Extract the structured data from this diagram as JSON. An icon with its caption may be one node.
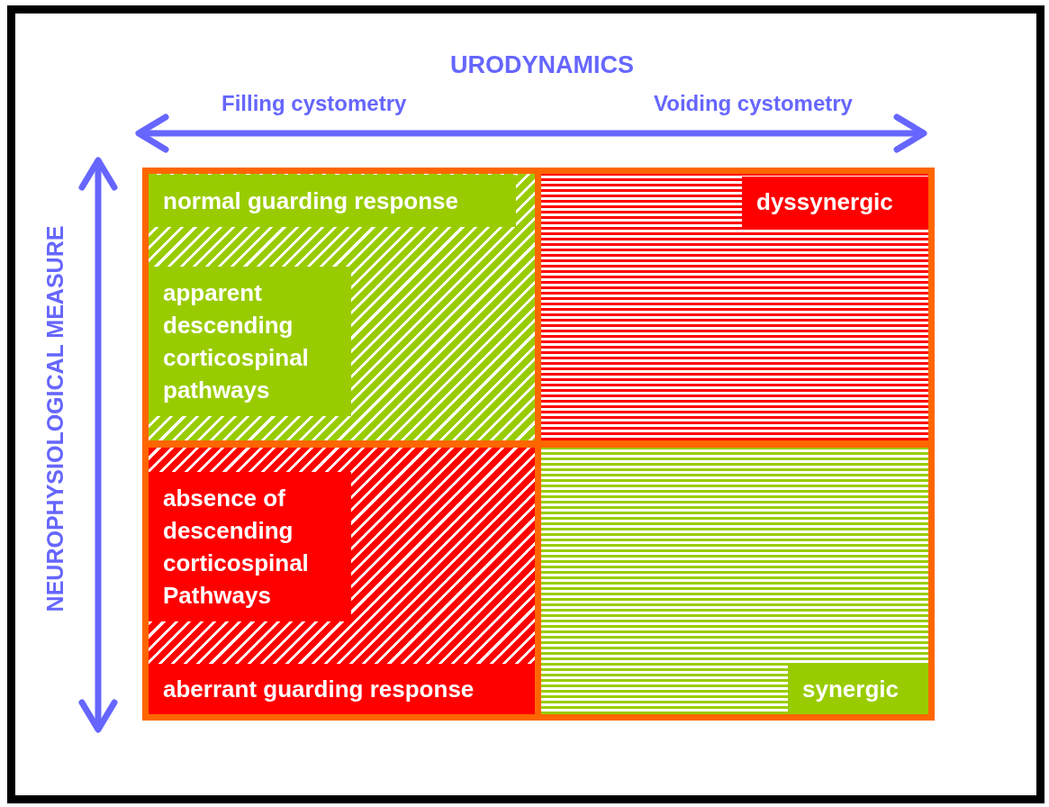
{
  "diagram": {
    "nodes": [
      {
        "text": [],
        "shape": "box"
      },
      {
        "text": [
          "normal guarding response"
        ],
        "in": 0
      },
      {
        "text": [
          "apparent descending corticospinal pathways"
        ],
        "in": 0
      },
      {
        "text": [],
        "shape": "box"
      },
      {
        "text": [
          "dyssynergic"
        ],
        "in": 3
      },
      {
        "text": [],
        "shape": "box"
      },
      {
        "text": [
          "absence of descending corticospinal Pathways"
        ],
        "in": 5
      },
      {
        "text": [
          "aberrant guarding response"
        ],
        "in": 5
      },
      {
        "text": [],
        "shape": "box"
      },
      {
        "text": [
          "synergic"
        ],
        "in": 8
      }
    ],
    "edges": [],
    "labels": [
      "URODYNAMICS",
      "Filling cystometry",
      "Voiding cystometry",
      "NEUROPHYSIOLOGICAL MEASURE"
    ]
  }
}
